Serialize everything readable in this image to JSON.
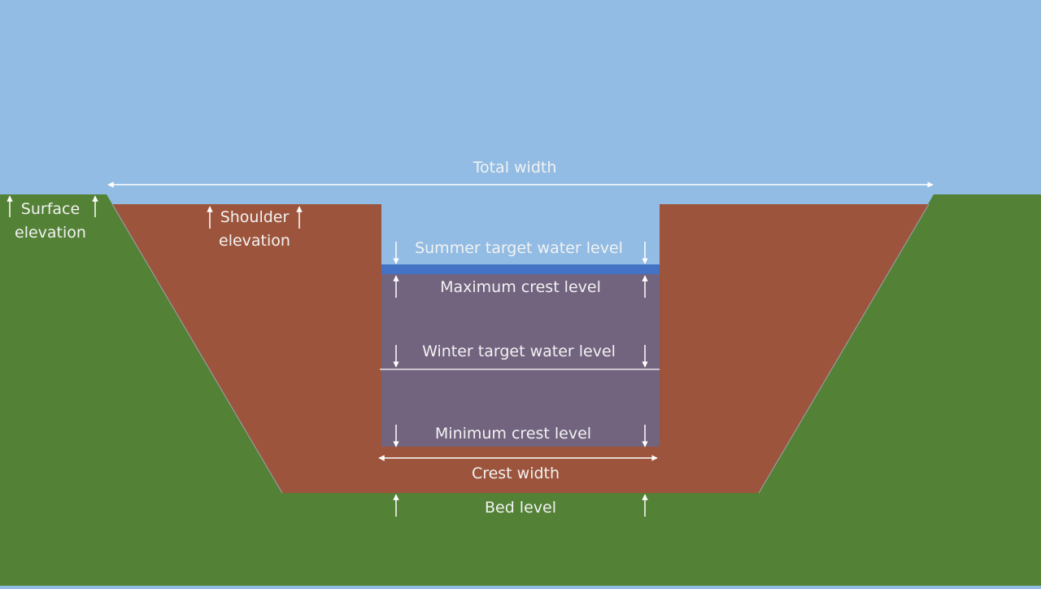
{
  "title": "Weir cross-section diagram",
  "colors": {
    "sky": "#92bce4",
    "ground": "#538135",
    "embankment": "#9c553c",
    "weir": "#72637f",
    "summer_water": "#4472c4",
    "annotation": "#ffffff"
  },
  "labels": {
    "total_width": "Total width",
    "surface_elevation": [
      "Surface",
      "elevation"
    ],
    "shoulder_elevation": [
      "Shoulder",
      "elevation"
    ],
    "summer_target_water_level": "Summer target water level",
    "maximum_crest_level": "Maximum crest level",
    "winter_target_water_level": "Winter target water level",
    "minimum_crest_level": "Minimum crest level",
    "crest_width": "Crest width",
    "bed_level": "Bed level"
  }
}
